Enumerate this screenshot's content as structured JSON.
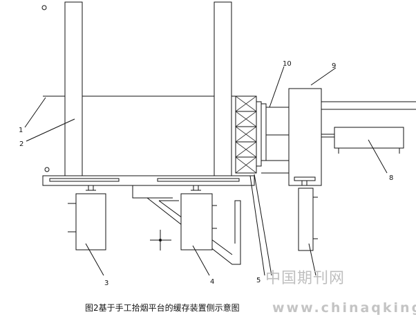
{
  "caption": "图2基于手工拾烟平台的缓存装置侧示意图",
  "labels": {
    "l1": "1",
    "l2": "2",
    "l3": "3",
    "l4": "4",
    "l5": "5",
    "l8": "8",
    "l9": "9",
    "l10": "10"
  },
  "watermark": {
    "line1": "中国期刊网",
    "line2": "www.chinaqking.com"
  }
}
